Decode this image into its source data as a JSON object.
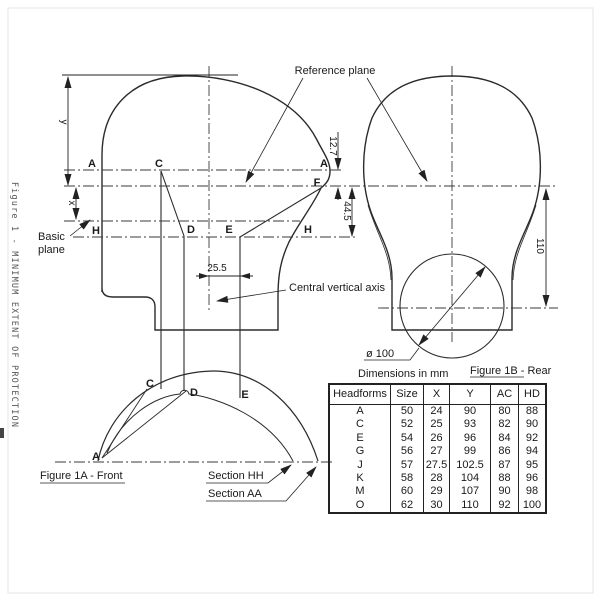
{
  "page_title_vertical": "Figure 1 - MINIMUM EXTENT OF PROTECTION",
  "annotations": {
    "reference_plane": "Reference plane",
    "basic_plane_line1": "Basic",
    "basic_plane_line2": "plane",
    "central_vertical_axis": "Central vertical axis",
    "dimensions_note": "Dimensions in mm",
    "figure_1a_caption": "Figure 1A - Front",
    "figure_1b_caption_underlined": "Figure 1B",
    "figure_1b_caption_rest": " - Rear",
    "section_hh": "Section HH",
    "section_aa": "Section AA"
  },
  "dimensions": {
    "y": "y",
    "x": "x",
    "d_12_7": "12.7",
    "d_44_5": "44.5",
    "d_25_5": "25.5",
    "d_110": "110",
    "d_dia_100": "ø 100"
  },
  "point_labels": {
    "a": "A",
    "c": "C",
    "d": "D",
    "e": "E",
    "f": "F",
    "h": "H"
  },
  "table": {
    "headers": [
      "Headforms",
      "Size",
      "X",
      "Y",
      "AC",
      "HD"
    ],
    "rows": [
      [
        "A",
        "50",
        "24",
        "90",
        "80",
        "88"
      ],
      [
        "C",
        "52",
        "25",
        "93",
        "82",
        "90"
      ],
      [
        "E",
        "54",
        "26",
        "96",
        "84",
        "92"
      ],
      [
        "G",
        "56",
        "27",
        "99",
        "86",
        "94"
      ],
      [
        "J",
        "57",
        "27.5",
        "102.5",
        "87",
        "95"
      ],
      [
        "K",
        "58",
        "28",
        "104",
        "88",
        "96"
      ],
      [
        "M",
        "60",
        "29",
        "107",
        "90",
        "98"
      ],
      [
        "O",
        "62",
        "30",
        "110",
        "92",
        "100"
      ]
    ]
  },
  "colors": {
    "ink": "#2b2b2b",
    "background": "#ffffff"
  }
}
